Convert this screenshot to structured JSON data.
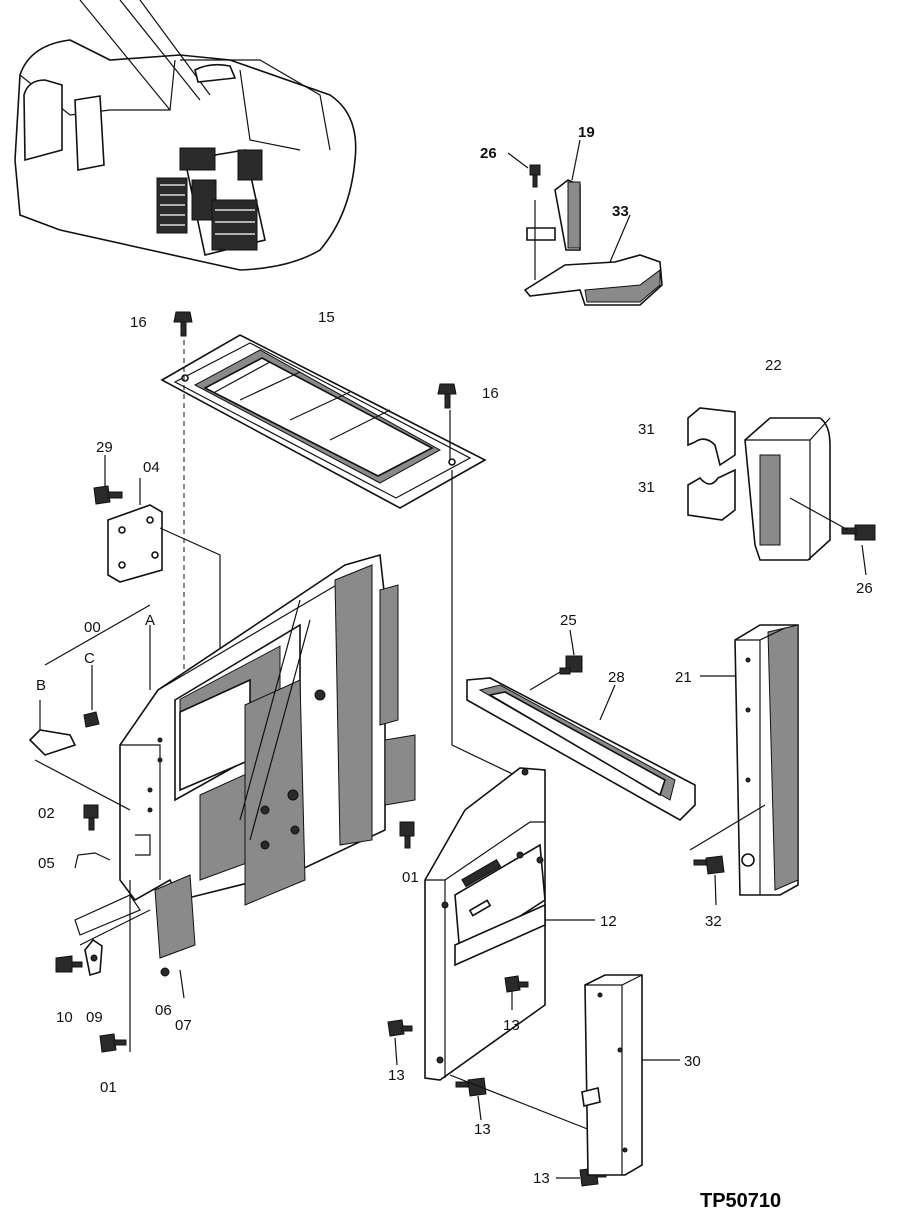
{
  "diagram": {
    "code": "TP50710",
    "labels": {
      "l00": "00",
      "lA": "A",
      "lB": "B",
      "lC": "C",
      "l01a": "01",
      "l01b": "01",
      "l02": "02",
      "l04": "04",
      "l05": "05",
      "l06": "06",
      "l07": "07",
      "l09": "09",
      "l10": "10",
      "l12": "12",
      "l13a": "13",
      "l13b": "13",
      "l13c": "13",
      "l13d": "13",
      "l15": "15",
      "l16a": "16",
      "l16b": "16",
      "l19": "19",
      "l21": "21",
      "l22": "22",
      "l25": "25",
      "l26a": "26",
      "l26b": "26",
      "l28": "28",
      "l29": "29",
      "l30": "30",
      "l31a": "31",
      "l31b": "31",
      "l32": "32",
      "l33": "33"
    }
  }
}
